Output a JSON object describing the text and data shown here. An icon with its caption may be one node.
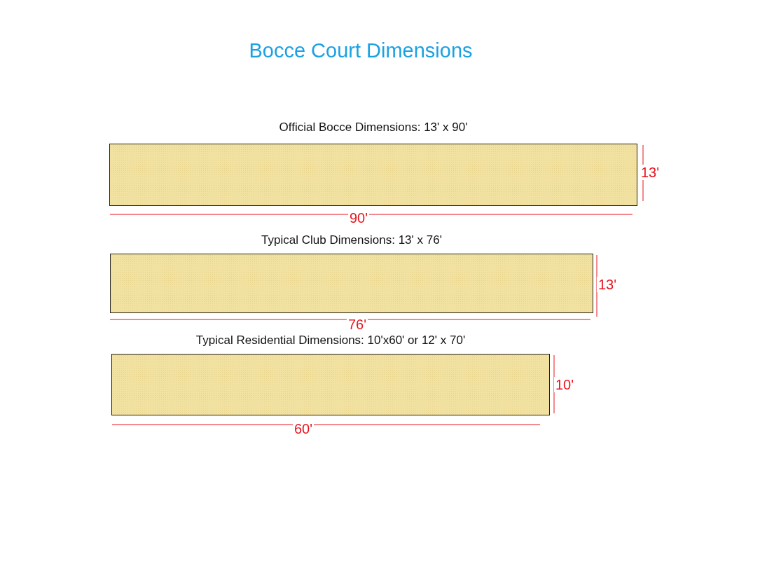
{
  "diagram": {
    "title": "Bocce Court Dimensions",
    "nodes": [
      {
        "text": [
          "Official Bocce Dimensions: 13' x 90'"
        ]
      },
      {
        "text": [
          "Typical Club Dimensions: 13' x 76'"
        ]
      },
      {
        "text": [
          "Typical Residential Dimensions: 10'x60' or 12' x 70'"
        ]
      }
    ],
    "labels": [
      "13'",
      "90'",
      "13'",
      "76'",
      "10'",
      "60'"
    ]
  }
}
